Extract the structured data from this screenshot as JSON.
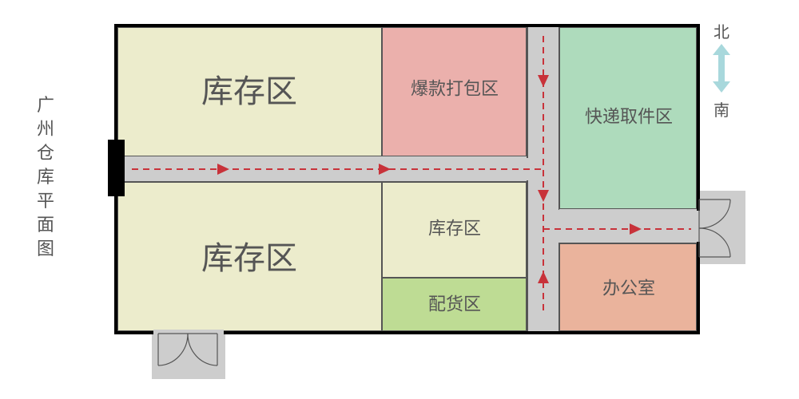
{
  "title": "广州仓库平面图",
  "compass": {
    "north": "北",
    "south": "南"
  },
  "rooms": {
    "storage_top": "库存区",
    "storage_bottom": "库存区",
    "hot_packing": "爆款打包区",
    "storage_small": "库存区",
    "distribution": "配货区",
    "express_pickup": "快递取件区",
    "office": "办公室"
  },
  "colors": {
    "storage": "#ECECCC",
    "hot_packing": "#EBB0AC",
    "distribution": "#BEDC94",
    "express_pickup": "#AEDBBC",
    "office": "#EAB39C",
    "corridor": "#CDCDCD",
    "route": "#C8323A",
    "compass": "#A8D8DC"
  }
}
